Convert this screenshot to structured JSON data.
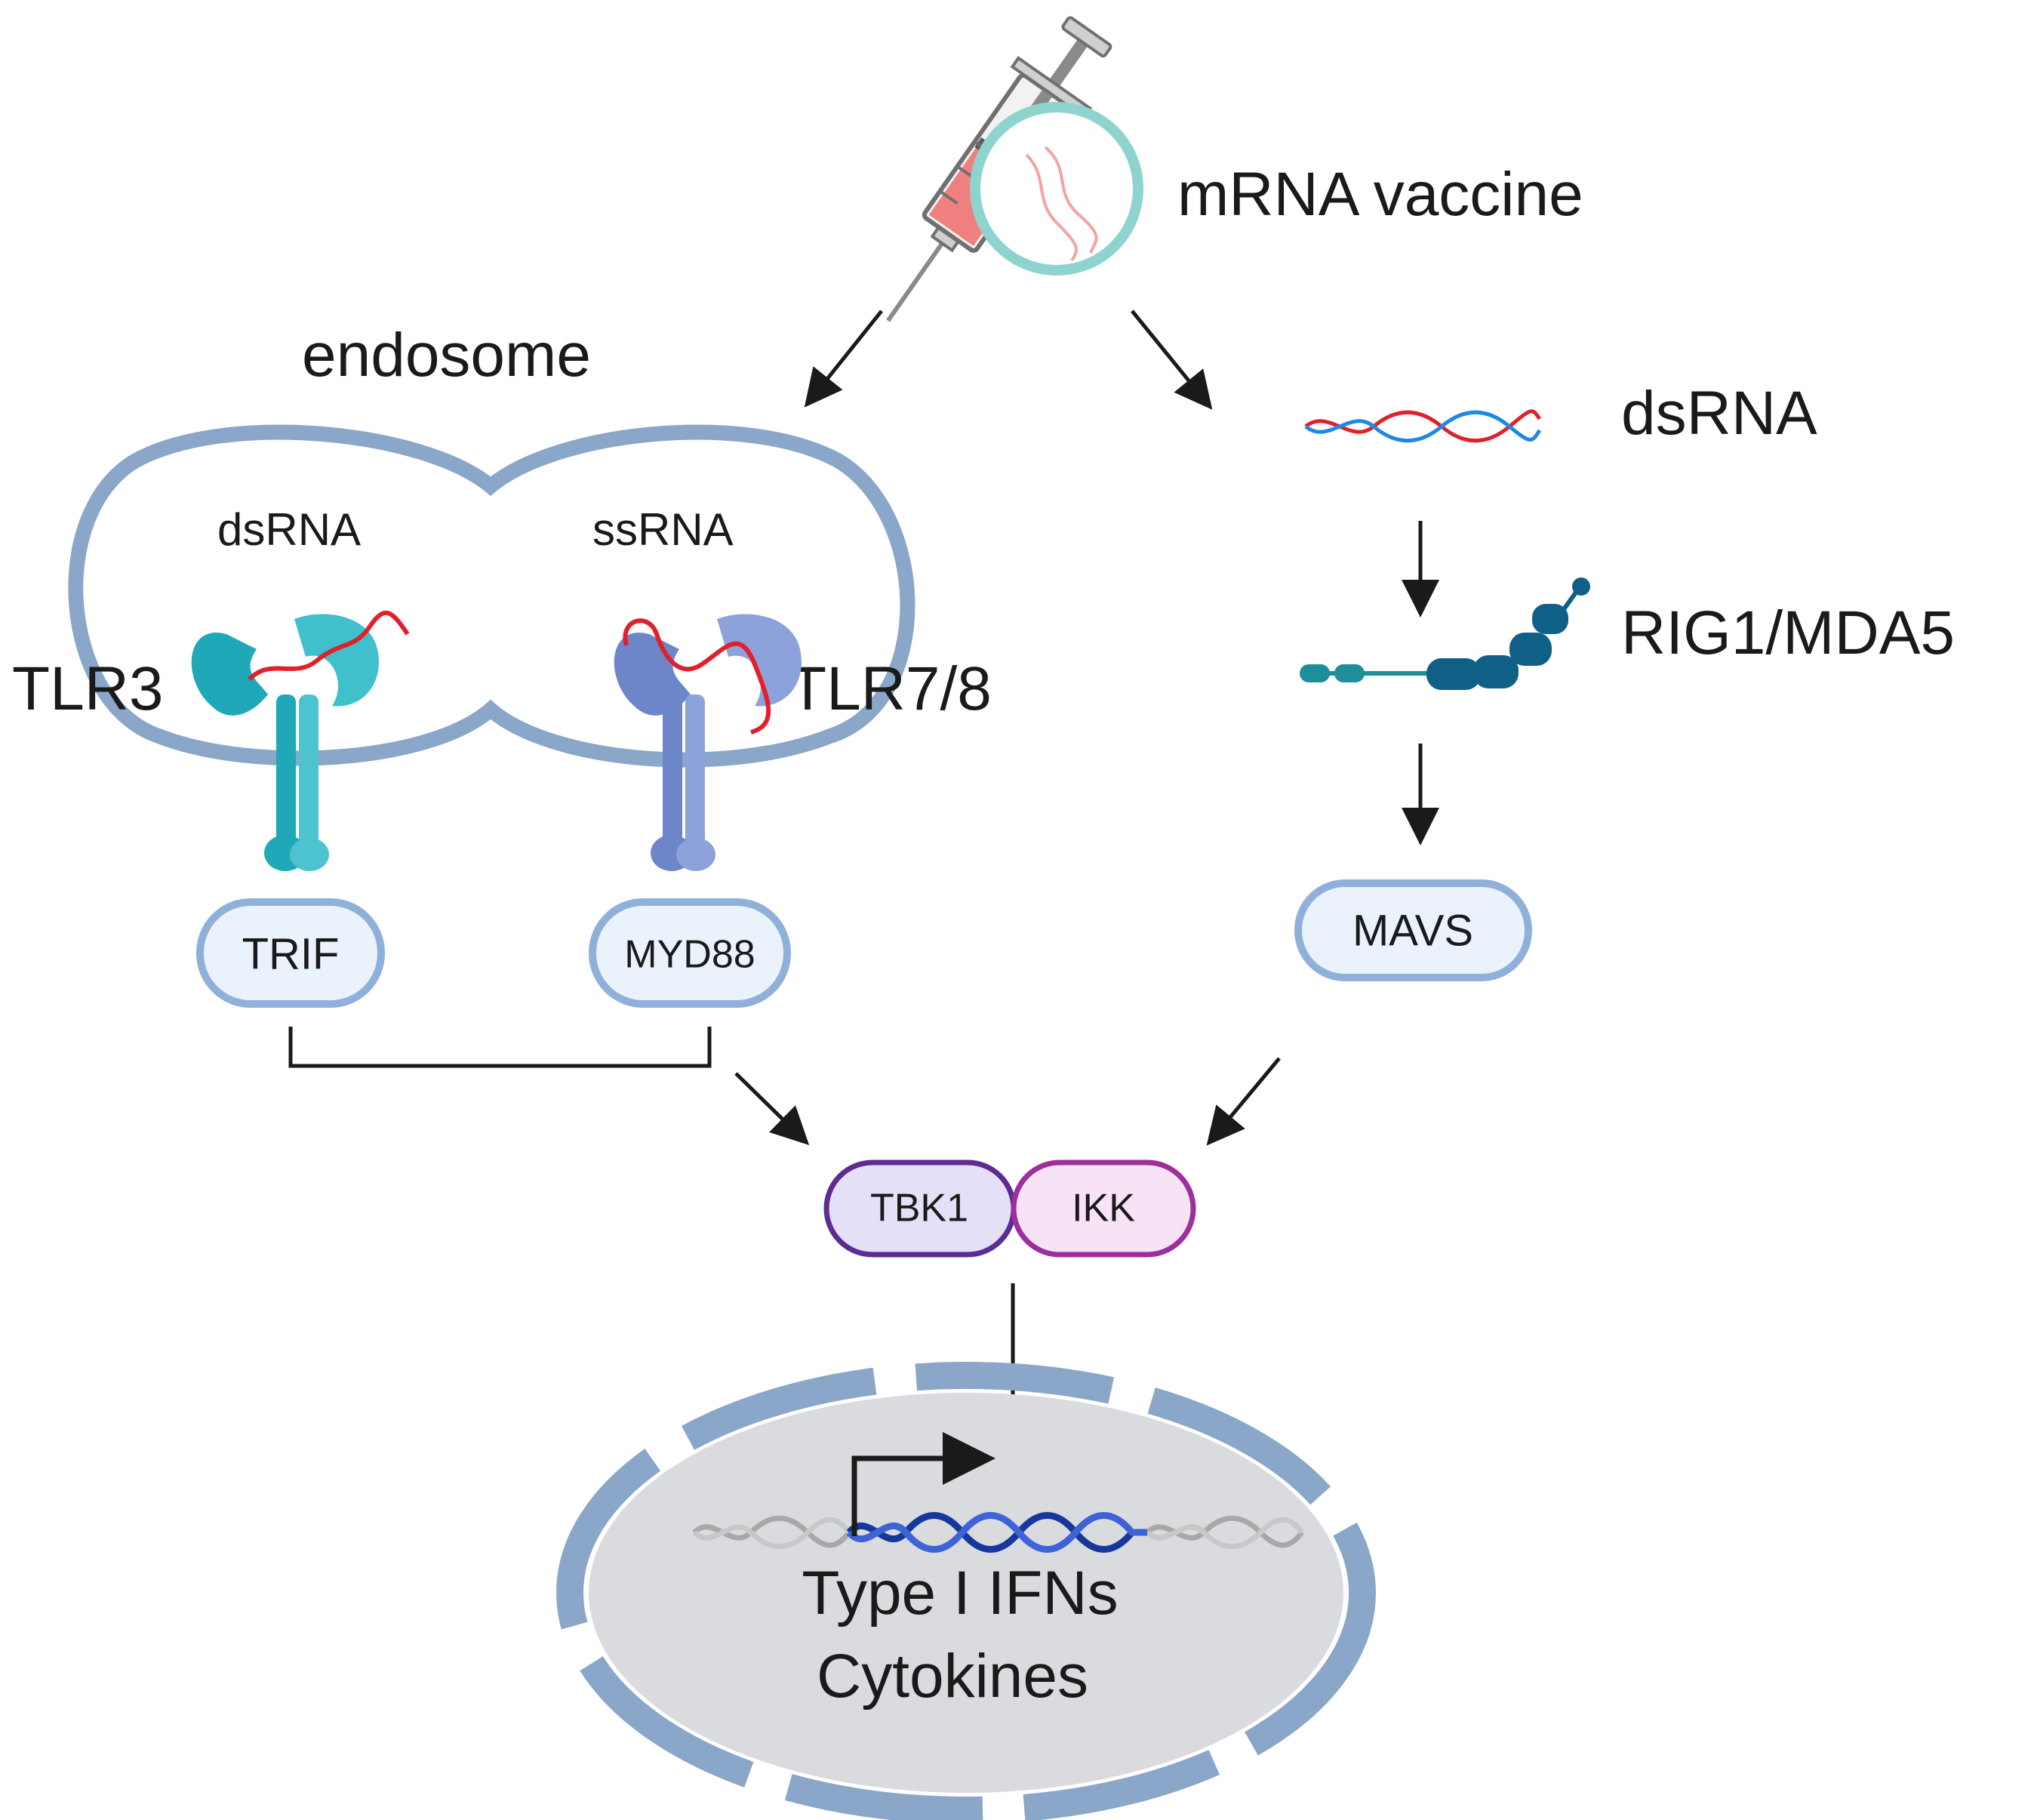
{
  "labels": {
    "mrna_vaccine": "mRNA vaccine",
    "endosome": "endosome",
    "endo_dsrna": "dsRNA",
    "endo_ssrna": "ssRNA",
    "tlr3": "TLR3",
    "tlr78": "TLR7/8",
    "cyto_dsrna": "dsRNA",
    "rig1_mda5": "RIG1/MDA5",
    "type1_ifns": "Type I IFNs",
    "cytokines": "Cytokines"
  },
  "nodes": {
    "trif": "TRIF",
    "myd88": "MYD88",
    "mavs": "MAVS",
    "tbk1": "TBK1",
    "ikk": "IKK"
  },
  "colors": {
    "membrane": "#8aa6c9",
    "node_fill": "#eaf2fc",
    "node_stroke": "#8fb0d8",
    "tlr3_teal": "#1fa9b8",
    "tlr78_blue": "#6d86c9",
    "rna_red": "#e0202a",
    "rna_blue": "#1e88e5",
    "tbk1_fill": "#e4e0f7",
    "tbk1_stroke": "#5b2c91",
    "ikk_fill": "#f8e2f6",
    "ikk_stroke": "#9c2f9b",
    "rig_dark": "#0f5f86",
    "rig_teal": "#1c8f9a",
    "nucleus_fill": "#d9dbde",
    "nuclear_envelope": "#8aa6c9",
    "dna_blue": "#16379c",
    "dna_gray": "#a8a8a8"
  }
}
